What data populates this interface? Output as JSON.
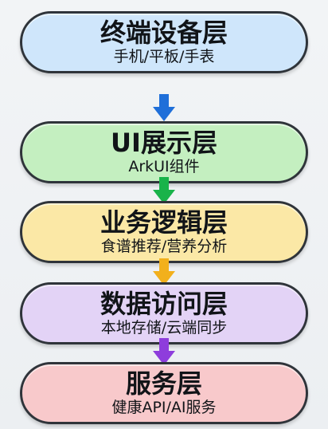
{
  "layers": [
    {
      "title": "终端设备层",
      "subtitle": "手机/平板/手表",
      "color": "#cfe6fb"
    },
    {
      "title": "UI展示层",
      "subtitle": "ArkUI组件",
      "color": "#c4efc0"
    },
    {
      "title": "业务逻辑层",
      "subtitle": "食谱推荐/营养分析",
      "color": "#fbe8a6"
    },
    {
      "title": "数据访问层",
      "subtitle": "本地存储/云端同步",
      "color": "#e3d3f6"
    },
    {
      "title": "服务层",
      "subtitle": "健康API/AI服务",
      "color": "#f8c9cb"
    }
  ],
  "arrows": [
    {
      "color": "#1f6fd9",
      "icon": "arrow-down-icon"
    },
    {
      "color": "#19b34a",
      "icon": "arrow-down-icon"
    },
    {
      "color": "#f2b01c",
      "icon": "arrow-down-icon"
    },
    {
      "color": "#8e3ddc",
      "icon": "arrow-down-icon"
    }
  ]
}
